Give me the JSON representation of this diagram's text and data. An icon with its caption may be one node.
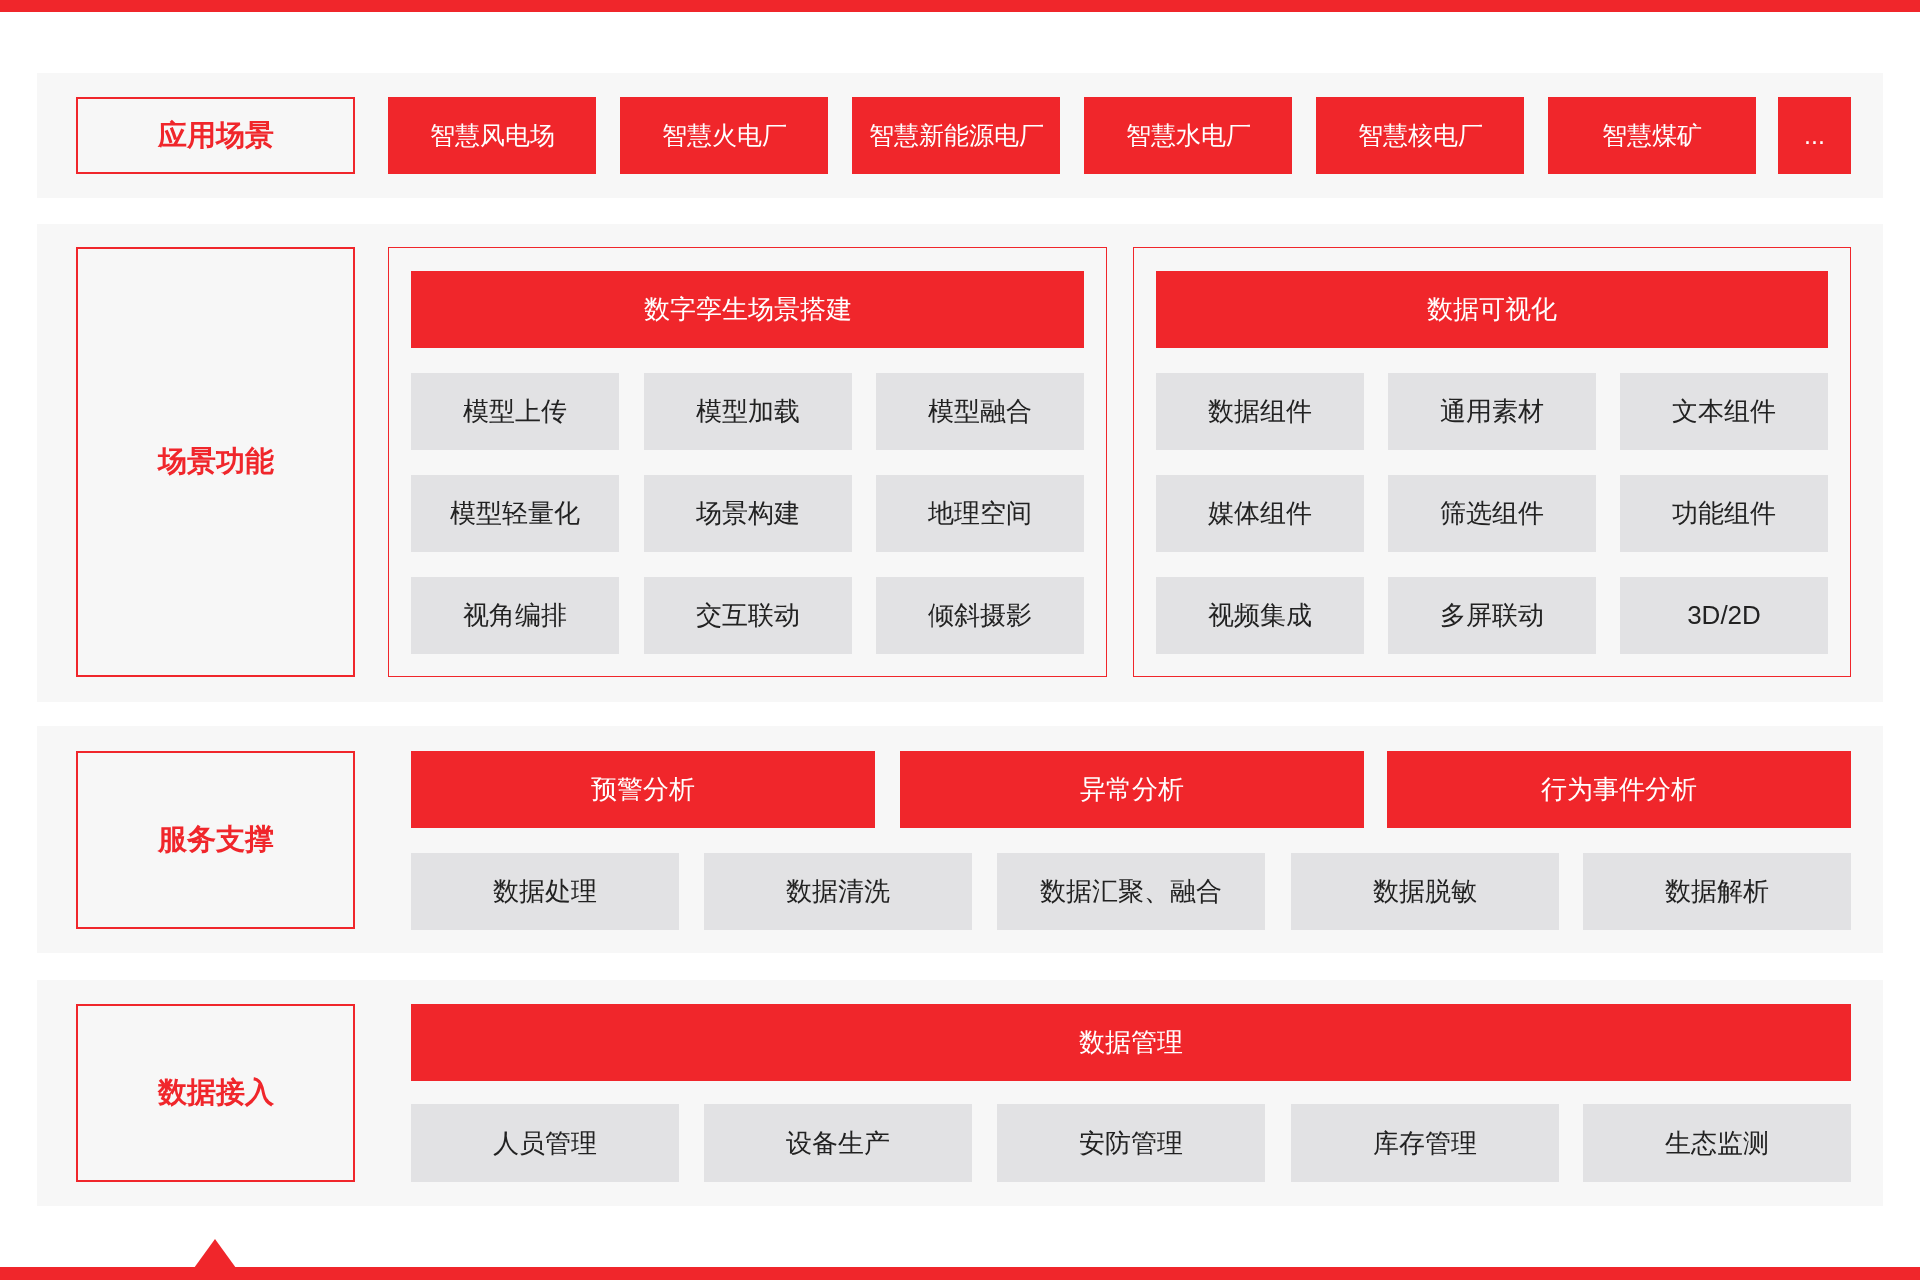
{
  "diagram": {
    "nodes": [
      {
        "text": [],
        "shape": "band"
      },
      {
        "text": [
          "应用场景"
        ],
        "in": 0
      },
      {
        "text": [
          "智慧风电场"
        ],
        "in": 0
      },
      {
        "text": [
          "智慧火电厂"
        ],
        "in": 0
      },
      {
        "text": [
          "智慧新能源电厂"
        ],
        "in": 0
      },
      {
        "text": [
          "智慧水电厂"
        ],
        "in": 0
      },
      {
        "text": [
          "智慧核电厂"
        ],
        "in": 0
      },
      {
        "text": [
          "智慧煤矿"
        ],
        "in": 0
      },
      {
        "text": [
          "..."
        ],
        "in": 0
      },
      {
        "text": [],
        "shape": "band"
      },
      {
        "text": [
          "场景功能"
        ],
        "in": 9
      },
      {
        "text": [],
        "shape": "box",
        "in": 9
      },
      {
        "text": [
          "数字孪生场景搭建"
        ],
        "in": 11
      },
      {
        "text": [
          "模型上传"
        ],
        "in": 11
      },
      {
        "text": [
          "模型加载"
        ],
        "in": 11
      },
      {
        "text": [
          "模型融合"
        ],
        "in": 11
      },
      {
        "text": [
          "模型轻量化"
        ],
        "in": 11
      },
      {
        "text": [
          "场景构建"
        ],
        "in": 11
      },
      {
        "text": [
          "地理空间"
        ],
        "in": 11
      },
      {
        "text": [
          "视角编排"
        ],
        "in": 11
      },
      {
        "text": [
          "交互联动"
        ],
        "in": 11
      },
      {
        "text": [
          "倾斜摄影"
        ],
        "in": 11
      },
      {
        "text": [],
        "shape": "box",
        "in": 9
      },
      {
        "text": [
          "数据可视化"
        ],
        "in": 22
      },
      {
        "text": [
          "数据组件"
        ],
        "in": 22
      },
      {
        "text": [
          "通用素材"
        ],
        "in": 22
      },
      {
        "text": [
          "文本组件"
        ],
        "in": 22
      },
      {
        "text": [
          "媒体组件"
        ],
        "in": 22
      },
      {
        "text": [
          "筛选组件"
        ],
        "in": 22
      },
      {
        "text": [
          "功能组件"
        ],
        "in": 22
      },
      {
        "text": [
          "视频集成"
        ],
        "in": 22
      },
      {
        "text": [
          "多屏联动"
        ],
        "in": 22
      },
      {
        "text": [
          "3D/2D"
        ],
        "in": 22
      },
      {
        "text": [],
        "shape": "band"
      },
      {
        "text": [
          "服务支撑"
        ],
        "in": 33
      },
      {
        "text": [
          "预警分析"
        ],
        "in": 33
      },
      {
        "text": [
          "异常分析"
        ],
        "in": 33
      },
      {
        "text": [
          "行为事件分析"
        ],
        "in": 33
      },
      {
        "text": [
          "数据处理"
        ],
        "in": 33
      },
      {
        "text": [
          "数据清洗"
        ],
        "in": 33
      },
      {
        "text": [
          "数据汇聚、融合"
        ],
        "in": 33
      },
      {
        "text": [
          "数据脱敏"
        ],
        "in": 33
      },
      {
        "text": [
          "数据解析"
        ],
        "in": 33
      },
      {
        "text": [],
        "shape": "band"
      },
      {
        "text": [
          "数据接入"
        ],
        "in": 43
      },
      {
        "text": [
          "数据管理"
        ],
        "in": 43
      },
      {
        "text": [
          "人员管理"
        ],
        "in": 43
      },
      {
        "text": [
          "设备生产"
        ],
        "in": 43
      },
      {
        "text": [
          "安防管理"
        ],
        "in": 43
      },
      {
        "text": [
          "库存管理"
        ],
        "in": 43
      },
      {
        "text": [
          "生态监测"
        ],
        "in": 43
      }
    ]
  }
}
